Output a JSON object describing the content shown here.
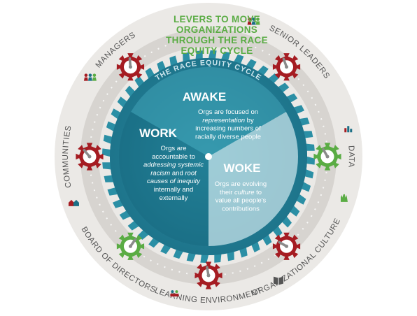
{
  "title_lines": [
    "LEVERS TO MOVE",
    "ORGANIZATIONS",
    "THROUGH THE RACE",
    "EQUITY CYCLE"
  ],
  "ring_title": "THE RACE EQUITY CYCLE",
  "colors": {
    "outer_ring": "#ebe9e6",
    "track": "#d7d4d0",
    "teal_dark": "#1b6f86",
    "teal_mid": "#2b8fa5",
    "teal_light": "#c6e1e8",
    "gear_red": "#a51c22",
    "gear_green": "#5aac44",
    "label": "#555555",
    "title_green": "#5aac44"
  },
  "phases": {
    "awake": {
      "heading": "AWAKE",
      "lines": [
        [
          {
            "t": "Orgs are focused on",
            "i": false
          }
        ],
        [
          {
            "t": "representation",
            "i": true
          },
          {
            "t": " by",
            "i": false
          }
        ],
        [
          {
            "t": "increasing numbers of",
            "i": false
          }
        ],
        [
          {
            "t": "racially diverse people",
            "i": false
          }
        ]
      ]
    },
    "work": {
      "heading": "WORK",
      "lines": [
        [
          {
            "t": "Orgs are",
            "i": false
          }
        ],
        [
          {
            "t": "accountable to",
            "i": false
          }
        ],
        [
          {
            "t": "addressing systemic",
            "i": true
          }
        ],
        [
          {
            "t": "racism",
            "i": true
          },
          {
            "t": " and ",
            "i": false
          },
          {
            "t": "root",
            "i": true
          }
        ],
        [
          {
            "t": "causes of inequity",
            "i": true
          }
        ],
        [
          {
            "t": "internally and",
            "i": false
          }
        ],
        [
          {
            "t": "externally",
            "i": false
          }
        ]
      ]
    },
    "woke": {
      "heading": "WOKE",
      "lines": [
        [
          {
            "t": "Orgs are evolving",
            "i": false
          }
        ],
        [
          {
            "t": "their ",
            "i": false
          },
          {
            "t": "culture",
            "i": true
          },
          {
            "t": " to",
            "i": false
          }
        ],
        [
          {
            "t": "value all people's",
            "i": false
          }
        ],
        [
          {
            "t": "contributions",
            "i": false
          }
        ]
      ]
    }
  },
  "levers": [
    {
      "id": "senior-leaders",
      "label": "SENIOR LEADERS",
      "gear": "red",
      "icon": "people-icon"
    },
    {
      "id": "data",
      "label": "DATA",
      "gear": "green",
      "icon": "bar-chart-icon"
    },
    {
      "id": "organizational-culture",
      "label": "ORGANIZATIONAL CULTURE",
      "gear": "red",
      "icon": "hand-icon"
    },
    {
      "id": "learning-environment",
      "label": "LEARNING ENVIRONMENT",
      "gear": "red",
      "icon": "book-icon"
    },
    {
      "id": "board-of-directors",
      "label": "BOARD OF DIRECTORS",
      "gear": "green",
      "icon": "board-icon"
    },
    {
      "id": "communities",
      "label": "COMMUNITIES",
      "gear": "red",
      "icon": "houses-icon"
    },
    {
      "id": "managers",
      "label": "MANAGERS",
      "gear": "red",
      "icon": "people-icon"
    }
  ]
}
